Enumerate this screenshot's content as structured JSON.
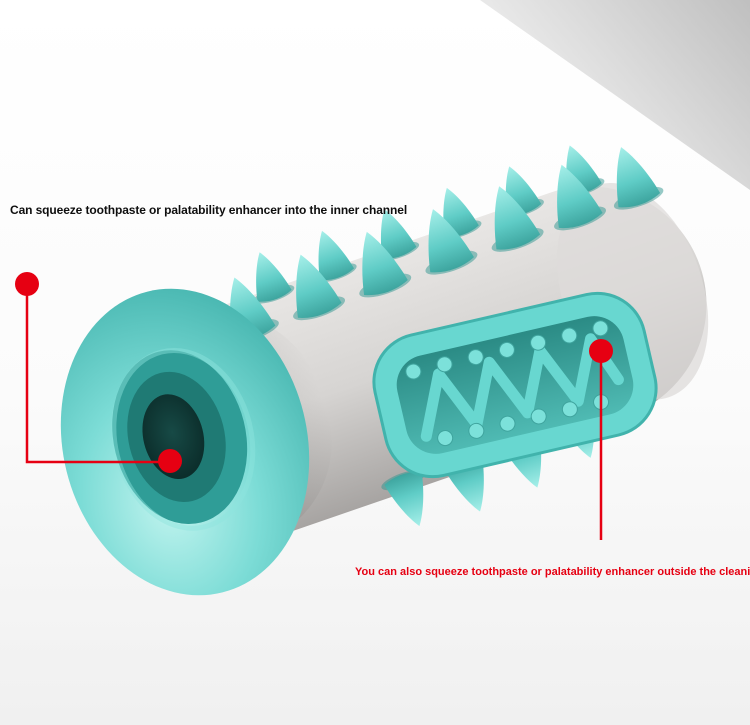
{
  "page": {
    "type": "product-annotation-image",
    "subject": "Dog toothbrush chew toy with toothpaste squeeze channels"
  },
  "annotations": {
    "inner_channel": {
      "label": "Can squeeze toothpaste or palatability enhancer into the inner channel"
    },
    "outer_channel": {
      "label": "You can also squeeze toothpaste or palatability enhancer outside the cleaning channel"
    }
  },
  "colors": {
    "callout_red": "#e60012",
    "toy_teal_light": "#a6efe9",
    "toy_teal": "#68d7d0",
    "toy_teal_dark": "#2e8e88",
    "toy_hole_dark": "#0a2b29",
    "toy_gray_light": "#e8e6e4",
    "toy_gray_dark": "#a8a5a3",
    "backdrop_gray": "#c0c0c0"
  }
}
